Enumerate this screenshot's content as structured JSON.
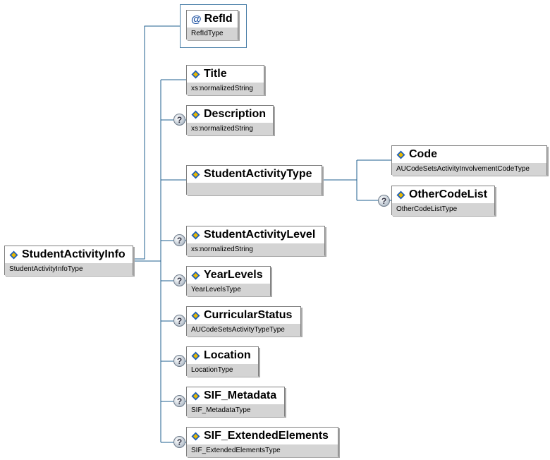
{
  "root": {
    "name": "StudentActivityInfo",
    "type": "StudentActivityInfoType",
    "icon": "element-icon"
  },
  "refid": {
    "name": "RefId",
    "type": "RefIdType",
    "icon": "attribute-at-icon"
  },
  "children": [
    {
      "name": "Title",
      "type": "xs:normalizedString",
      "optional": false
    },
    {
      "name": "Description",
      "type": "xs:normalizedString",
      "optional": true
    },
    {
      "name": "StudentActivityType",
      "type": "",
      "optional": false
    },
    {
      "name": "StudentActivityLevel",
      "type": "xs:normalizedString",
      "optional": true
    },
    {
      "name": "YearLevels",
      "type": "YearLevelsType",
      "optional": true
    },
    {
      "name": "CurricularStatus",
      "type": "AUCodeSetsActivityTypeType",
      "optional": true
    },
    {
      "name": "Location",
      "type": "LocationType",
      "optional": true
    },
    {
      "name": "SIF_Metadata",
      "type": "SIF_MetadataType",
      "optional": true
    },
    {
      "name": "SIF_ExtendedElements",
      "type": "SIF_ExtendedElementsType",
      "optional": true
    }
  ],
  "activity_type_children": [
    {
      "name": "Code",
      "type": "AUCodeSetsActivityInvolvementCodeType",
      "optional": false
    },
    {
      "name": "OtherCodeList",
      "type": "OtherCodeListType",
      "optional": true
    }
  ],
  "optional_marker": "?",
  "colors": {
    "connector": "#1f5f8f",
    "type_bar": "#d4d4d4",
    "icon_blue": "#1f5fb5",
    "icon_yellow": "#e8b800"
  }
}
